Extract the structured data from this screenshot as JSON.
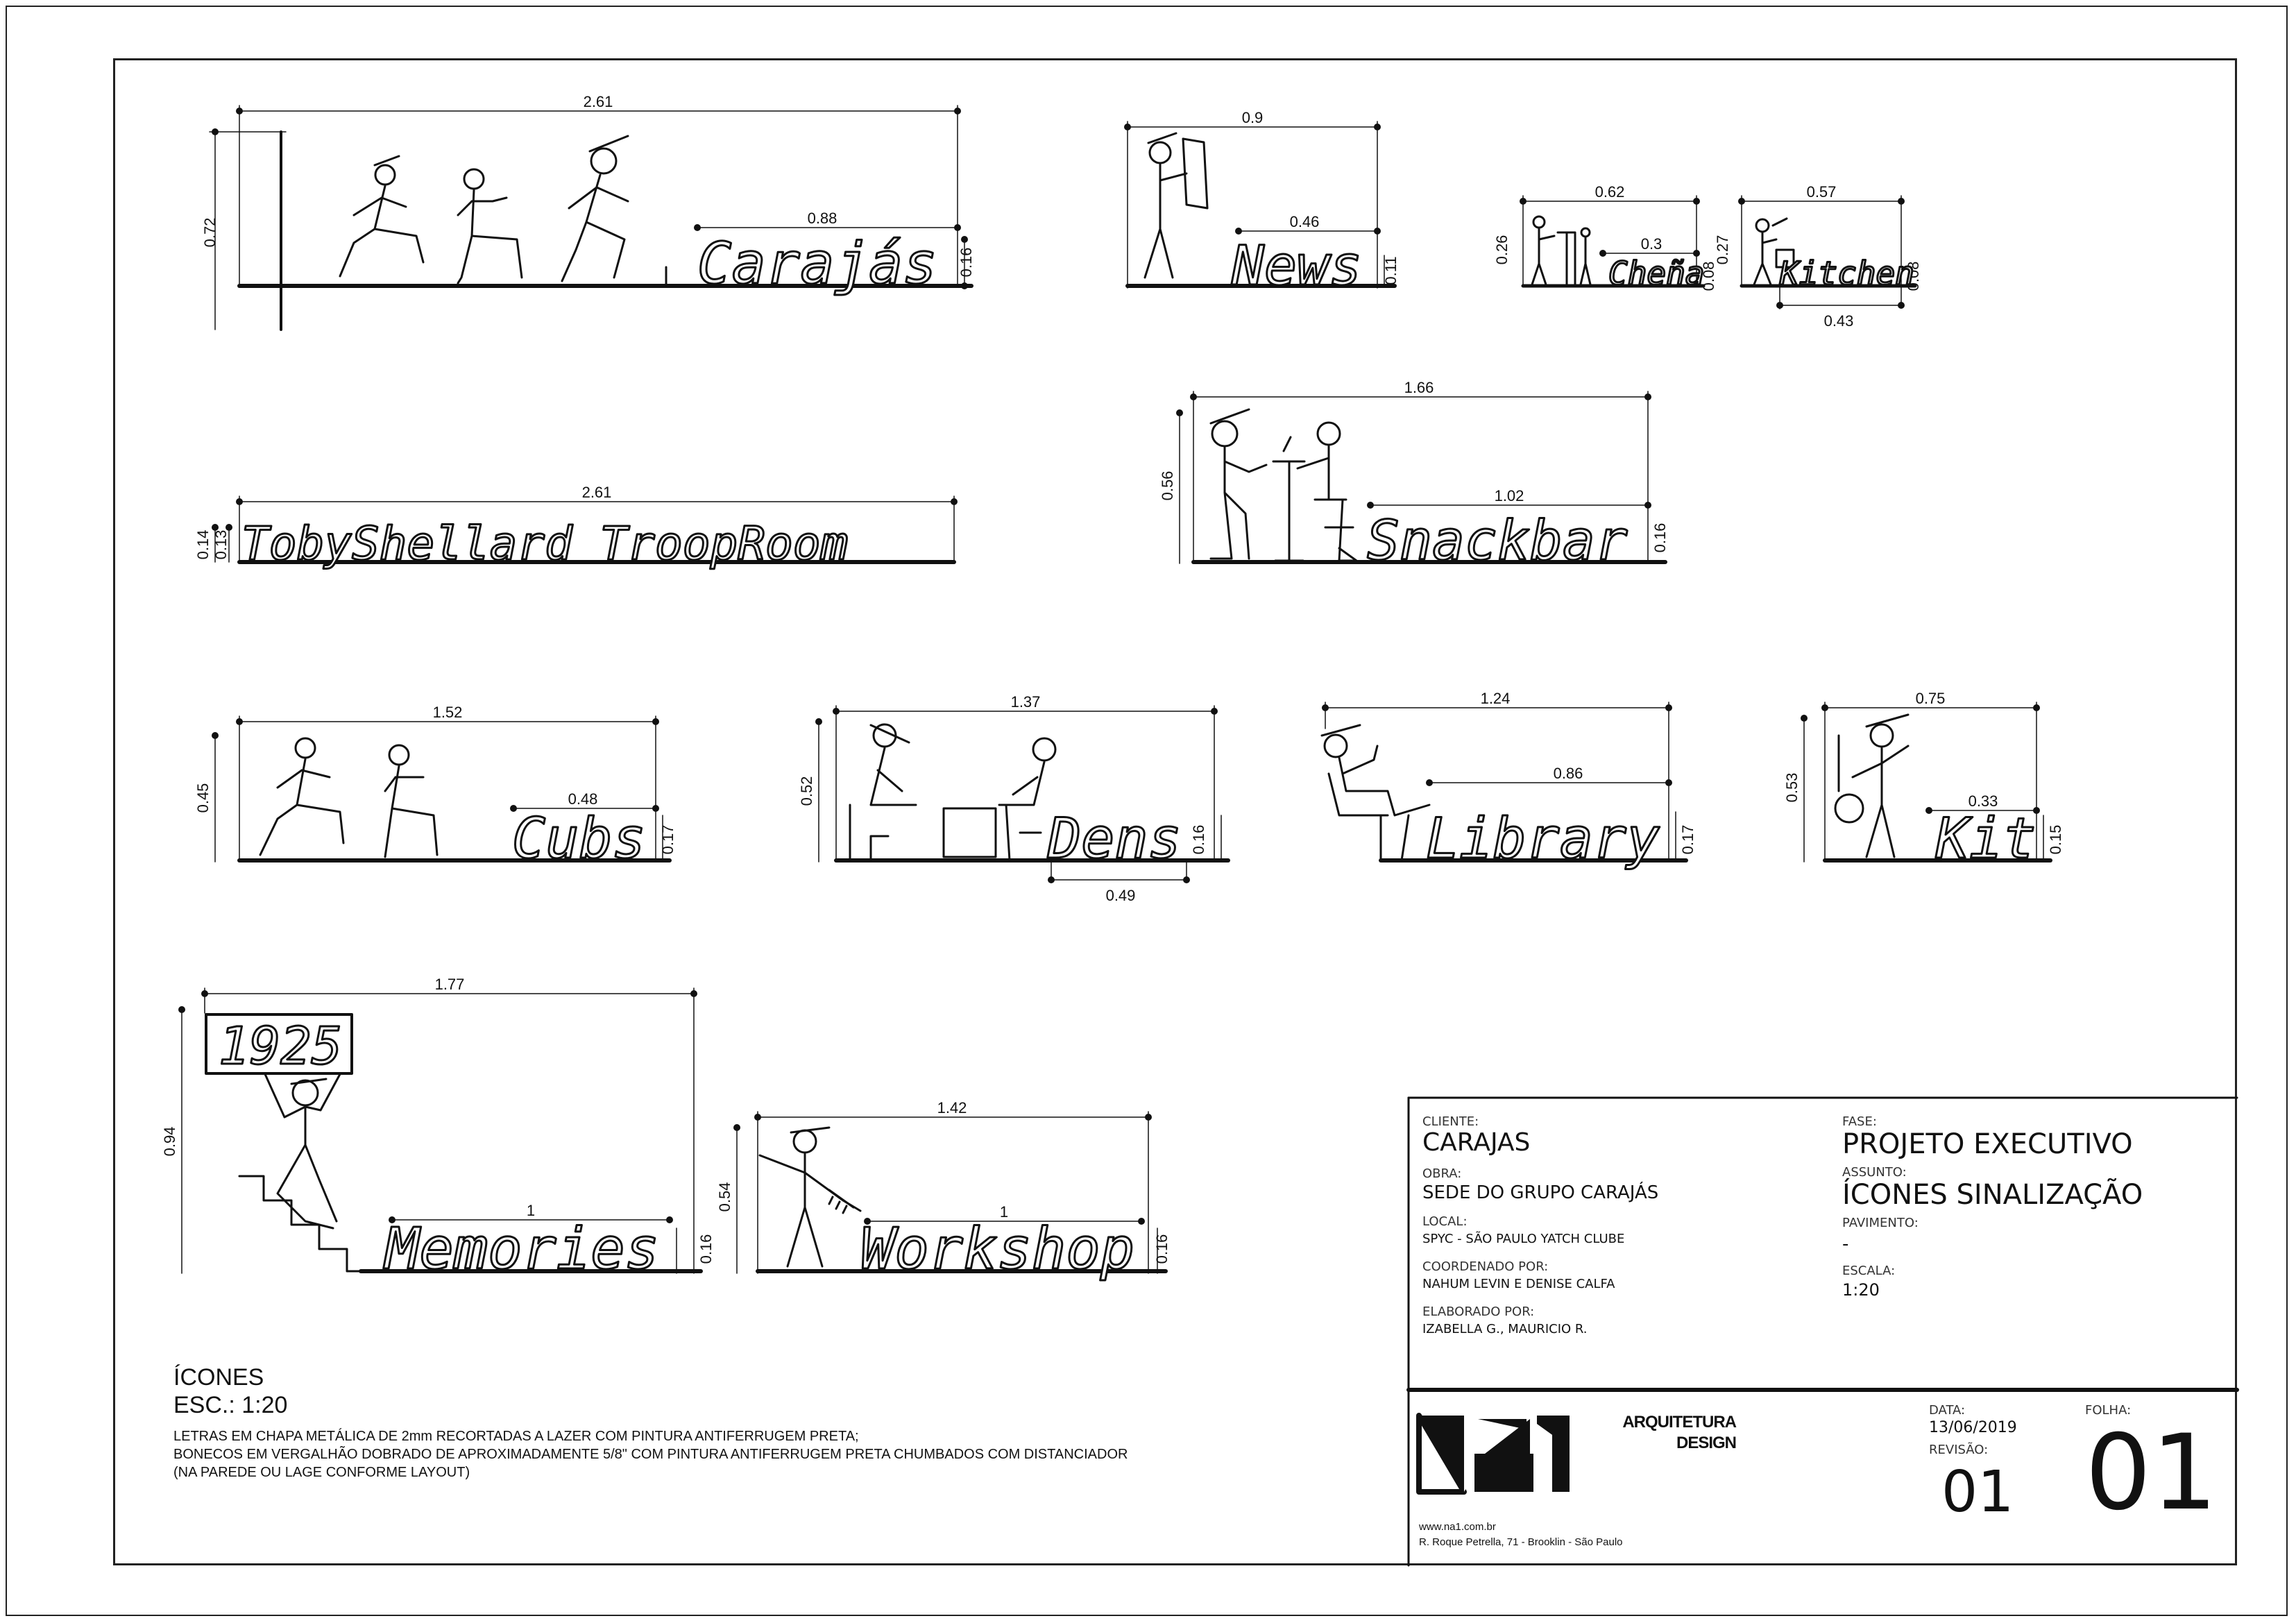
{
  "icons": {
    "carajas": {
      "word": "Carajás",
      "width": "2.61",
      "text_width": "0.88",
      "height": "0.72",
      "text_height": "0.16"
    },
    "news": {
      "word": "News",
      "width": "0.9",
      "text_width": "0.46",
      "text_height": "0.11"
    },
    "chefia": {
      "word": "Cheña",
      "width": "0.62",
      "text_width": "0.3",
      "height": "0.26",
      "text_height": "0.08"
    },
    "kitchen": {
      "word": "Kitchen",
      "width": "0.57",
      "text_width": "0.43",
      "height": "0.27",
      "text_height": "0.08"
    },
    "toby": {
      "word": "TobyShellard TroopRoom",
      "width": "2.61",
      "height": "0.14",
      "text_height": "0.13"
    },
    "snackbar": {
      "word": "Snackbar",
      "width": "1.66",
      "text_width": "1.02",
      "height": "0.56",
      "text_height": "0.16"
    },
    "cubs": {
      "word": "Cubs",
      "width": "1.52",
      "text_width": "0.48",
      "height": "0.45",
      "text_height": "0.17"
    },
    "dens": {
      "word": "Dens",
      "width": "1.37",
      "text_width": "0.49",
      "height": "0.52",
      "text_height": "0.16"
    },
    "library": {
      "word": "Library",
      "width": "1.24",
      "text_width": "0.86",
      "text_height": "0.17"
    },
    "kit": {
      "word": "Kit",
      "width": "0.75",
      "text_width": "0.33",
      "height": "0.53",
      "text_height": "0.15"
    },
    "memories": {
      "word": "Memories",
      "plaque": "1925",
      "width": "1.77",
      "text_width": "1",
      "height": "0.94",
      "text_height": "0.16"
    },
    "workshop": {
      "word": "Workshop",
      "width": "1.42",
      "text_width": "1",
      "height": "0.54",
      "text_height": "0.16"
    }
  },
  "notes": {
    "title": "ÍCONES",
    "scale": "ESC.: 1:20",
    "lines": [
      "LETRAS EM CHAPA METÁLICA DE 2mm RECORTADAS A LAZER COM PINTURA ANTIFERRUGEM PRETA;",
      "BONECOS EM VERGALHÃO DOBRADO DE APROXIMADAMENTE 5/8\" COM PINTURA ANTIFERRUGEM PRETA CHUMBADOS COM DISTANCIADOR",
      "(NA PAREDE OU LAGE CONFORME LAYOUT)"
    ]
  },
  "titleblock": {
    "cliente_label": "CLIENTE:",
    "cliente": "CARAJAS",
    "obra_label": "OBRA:",
    "obra": "SEDE DO GRUPO CARAJÁS",
    "local_label": "LOCAL:",
    "local": "SPYC - SÃO PAULO YATCH CLUBE",
    "coordenado_label": "COORDENADO POR:",
    "coordenado": "NAHUM LEVIN E DENISE CALFA",
    "elaborado_label": "ELABORADO POR:",
    "elaborado": "IZABELLA G., MAURICIO R.",
    "fase_label": "FASE:",
    "fase": "PROJETO EXECUTIVO",
    "assunto_label": "ASSUNTO:",
    "assunto": "ÍCONES SINALIZAÇÃO",
    "pavimento_label": "PAVIMENTO:",
    "pavimento": "-",
    "escala_label": "ESCALA:",
    "escala": "1:20",
    "data_label": "DATA:",
    "data": "13/06/2019",
    "revisao_label": "REVISÃO:",
    "revisao": "01",
    "folha_label": "FOLHA:",
    "folha": "01",
    "brand_line1": "ARQUITETURA",
    "brand_line2": "DESIGN",
    "website": "www.na1.com.br",
    "address": "R. Roque Petrella, 71 - Brooklin - São Paulo"
  }
}
